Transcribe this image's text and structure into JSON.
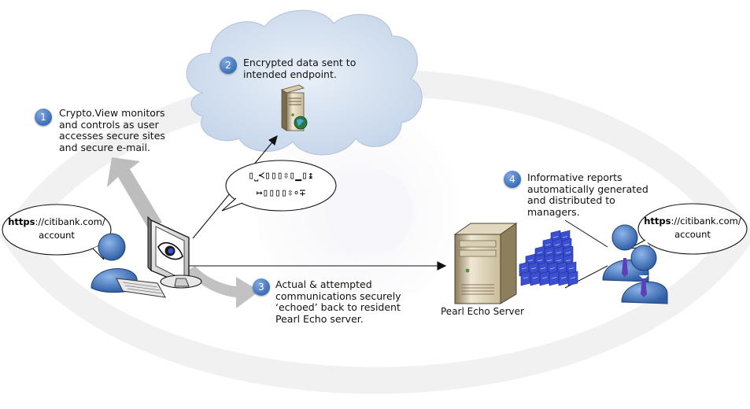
{
  "steps": [
    {
      "number": "1",
      "text": "Crypto.View monitors\nand controls as user\naccesses secure sites\nand secure e-mail."
    },
    {
      "number": "2",
      "text": "Encrypted data sent to\nintended endpoint."
    },
    {
      "number": "3",
      "text": "Actual & attempted\ncommunications securely\n‘echoed’ back to resident\nPearl Echo server."
    },
    {
      "number": "4",
      "text": "Informative reports\nautomatically generated\nand distributed to\nmanagers."
    }
  ],
  "url_left": {
    "bold": "https",
    "rest": "://citibank.com/",
    "line2": "account"
  },
  "url_right": {
    "bold": "https",
    "rest": "://citibank.com/",
    "line2": "account"
  },
  "cipher_text": "▯⎵≺▯▯▯⇳▯▁▯↨\n↦▯▯▯▯⇳∘∓",
  "server_label": "Pearl Echo Server",
  "colors": {
    "badge": "#3d6fb8",
    "cloud": "#cfdcec",
    "person": "#4a7fc8",
    "grey_arrow": "#b9b9b9",
    "reports": "#3b4fd0"
  }
}
